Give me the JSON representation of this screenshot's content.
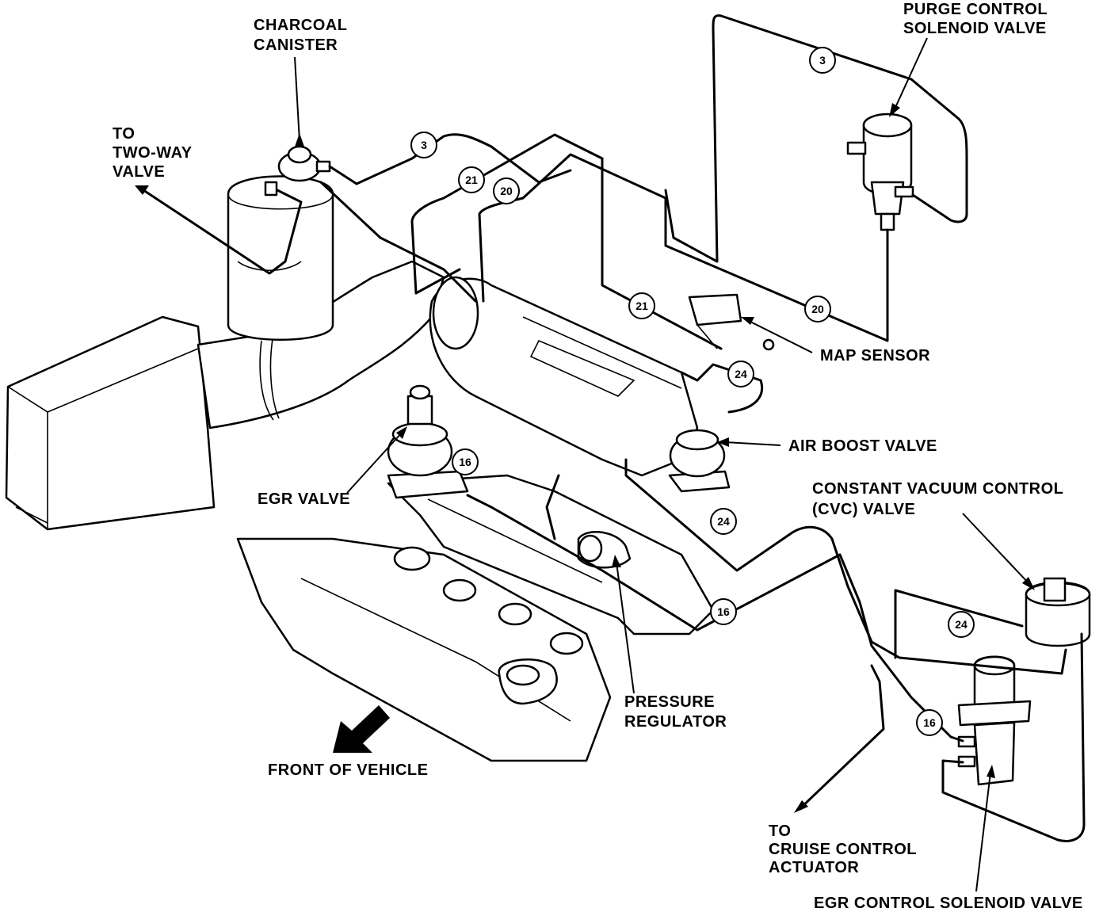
{
  "labels": {
    "charcoal_canister": [
      "CHARCOAL",
      "CANISTER"
    ],
    "two_way_valve": [
      "TO",
      "TWO-WAY",
      "VALVE"
    ],
    "purge_control": [
      "PURGE CONTROL",
      "SOLENOID VALVE"
    ],
    "map_sensor": "MAP SENSOR",
    "air_boost_valve": "AIR BOOST VALVE",
    "cvc_valve": [
      "CONSTANT VACUUM CONTROL",
      "(CVC) VALVE"
    ],
    "egr_valve": "EGR VALVE",
    "pressure_regulator": [
      "PRESSURE",
      "REGULATOR"
    ],
    "front_of_vehicle": "FRONT OF VEHICLE",
    "cruise_control": [
      "TO",
      "CRUISE CONTROL",
      "ACTUATOR"
    ],
    "egr_control_solenoid": "EGR CONTROL SOLENOID VALVE"
  },
  "hose_numbers": {
    "n3_top": "3",
    "n3_canister": "3",
    "n21_upper": "21",
    "n20_upper": "20",
    "n21_lower": "21",
    "n20_lower": "20",
    "n24_top": "24",
    "n16_egr": "16",
    "n24_mid": "24",
    "n16_lower": "16",
    "n24_right": "24",
    "n16_right": "16"
  },
  "icons": {
    "front_arrow": "arrow-down-left-icon"
  }
}
